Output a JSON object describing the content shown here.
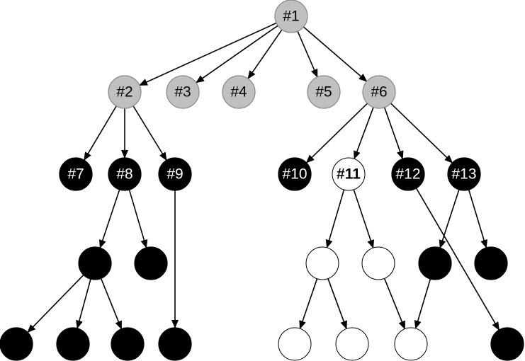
{
  "colors": {
    "gray": "#c0c0c0",
    "black": "#000000",
    "white": "#ffffff",
    "gray_stroke": "#888888"
  },
  "nodes": [
    {
      "id": "n1",
      "label": "#1",
      "fill": "gray"
    },
    {
      "id": "n2",
      "label": "#2",
      "fill": "gray"
    },
    {
      "id": "n3",
      "label": "#3",
      "fill": "gray"
    },
    {
      "id": "n4",
      "label": "#4",
      "fill": "gray"
    },
    {
      "id": "n5",
      "label": "#5",
      "fill": "gray"
    },
    {
      "id": "n6",
      "label": "#6",
      "fill": "gray"
    },
    {
      "id": "n7",
      "label": "#7",
      "fill": "black"
    },
    {
      "id": "n8",
      "label": "#8",
      "fill": "black"
    },
    {
      "id": "n9",
      "label": "#9",
      "fill": "black"
    },
    {
      "id": "n10",
      "label": "#10",
      "fill": "black"
    },
    {
      "id": "n11",
      "label": "#11",
      "fill": "white"
    },
    {
      "id": "n12",
      "label": "#12",
      "fill": "black"
    },
    {
      "id": "n13",
      "label": "#13",
      "fill": "black"
    },
    {
      "id": "a1",
      "label": "",
      "fill": "black"
    },
    {
      "id": "a2",
      "label": "",
      "fill": "black"
    },
    {
      "id": "w1",
      "label": "",
      "fill": "white"
    },
    {
      "id": "w2",
      "label": "",
      "fill": "white"
    },
    {
      "id": "b1",
      "label": "",
      "fill": "black"
    },
    {
      "id": "b2",
      "label": "",
      "fill": "black"
    },
    {
      "id": "l1",
      "label": "",
      "fill": "black"
    },
    {
      "id": "l2",
      "label": "",
      "fill": "black"
    },
    {
      "id": "l3",
      "label": "",
      "fill": "black"
    },
    {
      "id": "l4",
      "label": "",
      "fill": "black"
    },
    {
      "id": "l5",
      "label": "",
      "fill": "white"
    },
    {
      "id": "l6",
      "label": "",
      "fill": "white"
    },
    {
      "id": "l7",
      "label": "",
      "fill": "white"
    },
    {
      "id": "l8",
      "label": "",
      "fill": "black"
    }
  ],
  "edges": [
    [
      "n1",
      "n2"
    ],
    [
      "n1",
      "n3"
    ],
    [
      "n1",
      "n4"
    ],
    [
      "n1",
      "n5"
    ],
    [
      "n1",
      "n6"
    ],
    [
      "n2",
      "n7"
    ],
    [
      "n2",
      "n8"
    ],
    [
      "n2",
      "n9"
    ],
    [
      "n6",
      "n10"
    ],
    [
      "n6",
      "n11"
    ],
    [
      "n6",
      "n12"
    ],
    [
      "n6",
      "n13"
    ],
    [
      "n8",
      "a1"
    ],
    [
      "n8",
      "a2"
    ],
    [
      "n9",
      "l4"
    ],
    [
      "a1",
      "l1"
    ],
    [
      "a1",
      "l2"
    ],
    [
      "a1",
      "l3"
    ],
    [
      "n11",
      "w1"
    ],
    [
      "n11",
      "w2"
    ],
    [
      "w1",
      "l5"
    ],
    [
      "w1",
      "l6"
    ],
    [
      "w2",
      "l7"
    ],
    [
      "b1",
      "l7"
    ],
    [
      "n12",
      "l8"
    ],
    [
      "n13",
      "b1"
    ],
    [
      "n13",
      "b2"
    ]
  ]
}
